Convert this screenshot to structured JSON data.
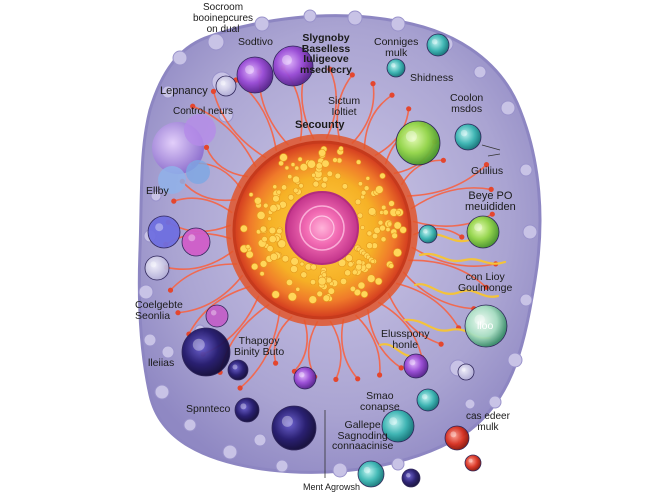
{
  "labels": {
    "top_title": "Socroom\nbooinepcures\non dual",
    "sodtivo": "Sodtivo",
    "slygnoby": "Slygnoby\nBaselless\nIuligeove\nmsedlecry",
    "conniges": "Conniges\nmulk",
    "lepnancy": "Lepnancy",
    "shidness": "Shidness",
    "control_neurs": "Control neurs",
    "sictum": "Sictum\nIoltiet",
    "coolon": "Coolon\nmsdos",
    "secounty": "Secounty",
    "ellby": "Ellby",
    "guilius": "Guilius",
    "beye_po": "Beye PO\nmeuididen",
    "con_lioy": "con Lioy\nGoulmonge",
    "coelgebte": "Coelgebte\nSeonlia",
    "lloo": "lloo",
    "eluspony": "Elusspony\nhonle",
    "thapgoy": "Thapgoy\nBinity Buto",
    "lleiias": "lleiias",
    "spnnteco": "Spnnteco",
    "smao": "Smao\nconapse",
    "cas_edeer": "cas edeer\nmulk",
    "gallepe": "Gallepe\nSagnoding\nconnaacinise",
    "ment_agrowsh": "Ment Agrowsh"
  },
  "colors": {
    "cytoplasm": "#a7a1cf",
    "membrane": "#8d86c2",
    "nucleus_ring": "#e04a24",
    "nucleus_yellow": "#f7be2b",
    "nucleolus": "#ea5fa7",
    "filament": "#f06a52"
  }
}
